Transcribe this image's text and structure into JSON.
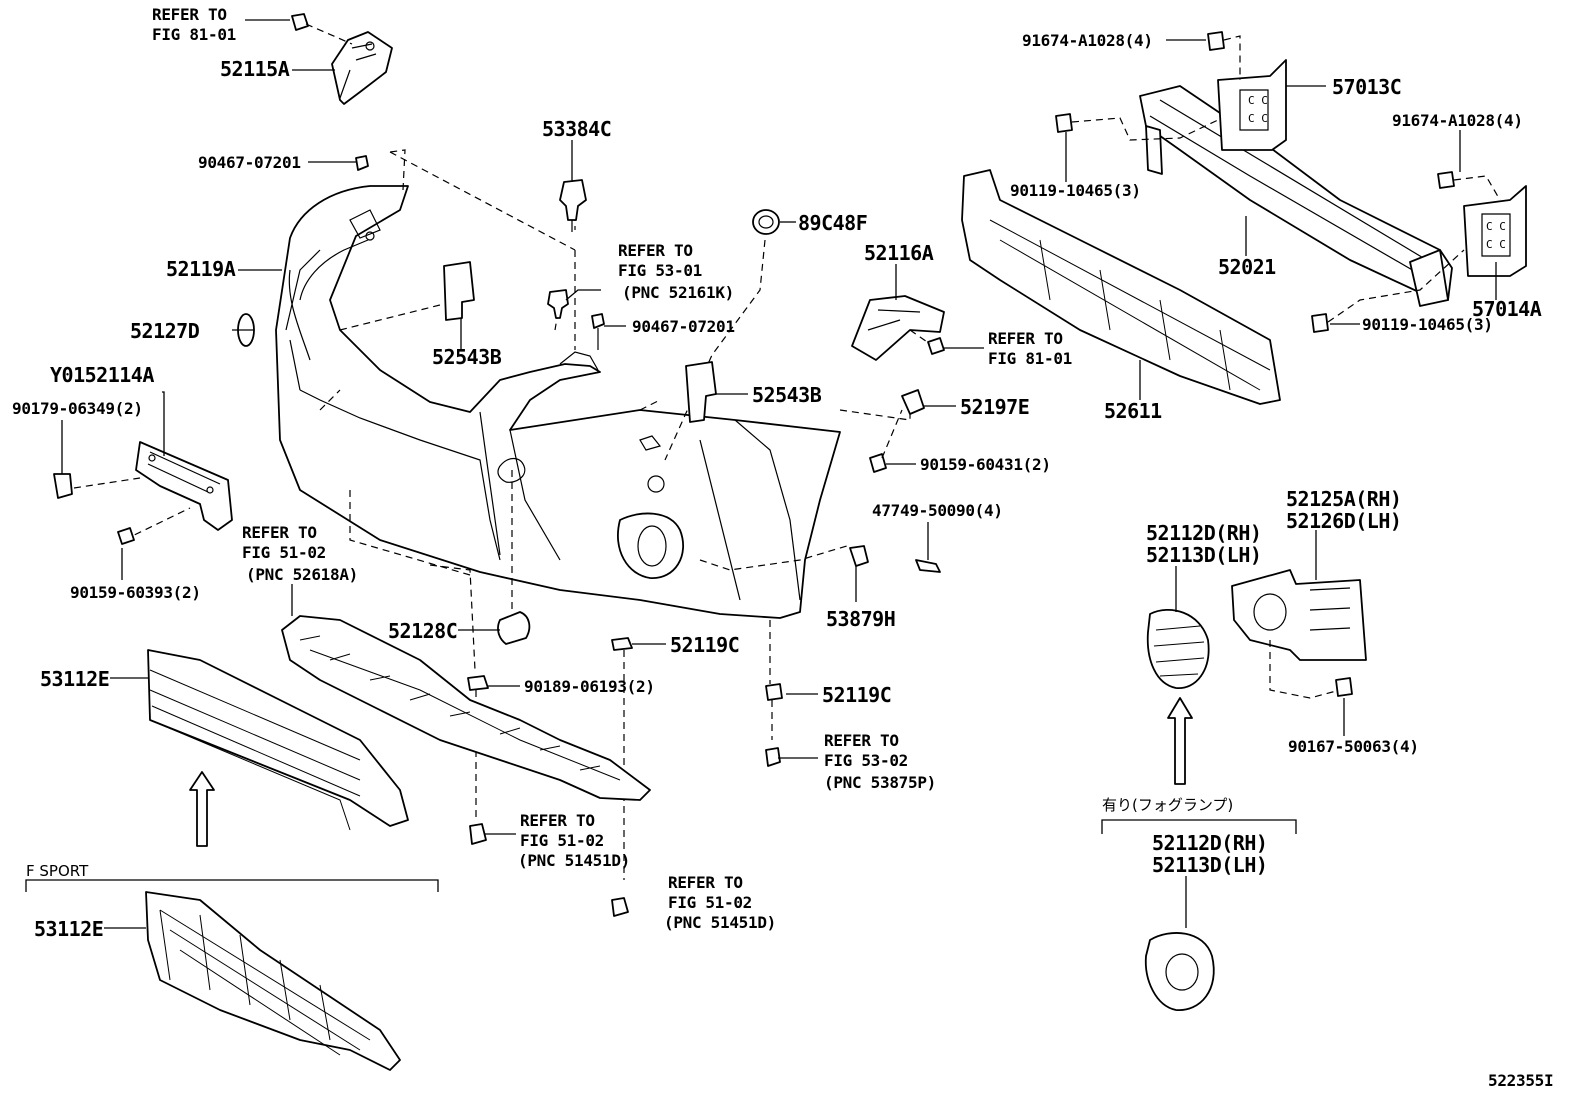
{
  "diagram": {
    "parts": [
      {
        "key": "p52115A",
        "label": "52115A"
      },
      {
        "key": "p90467a",
        "label": "90467-07201"
      },
      {
        "key": "p53384C",
        "label": "53384C"
      },
      {
        "key": "p89C48F",
        "label": "89C48F"
      },
      {
        "key": "p52119A",
        "label": "52119A"
      },
      {
        "key": "p52127D",
        "label": "52127D"
      },
      {
        "key": "pY0152114A",
        "label": "Y0152114A"
      },
      {
        "key": "p90179",
        "label": "90179-06349(2)"
      },
      {
        "key": "p90159a",
        "label": "90159-60393(2)"
      },
      {
        "key": "p52543Ba",
        "label": "52543B"
      },
      {
        "key": "p90467b",
        "label": "90467-07201"
      },
      {
        "key": "p52543Bb",
        "label": "52543B"
      },
      {
        "key": "p52116A",
        "label": "52116A"
      },
      {
        "key": "p52197E",
        "label": "52197E"
      },
      {
        "key": "p90159b",
        "label": "90159-60431(2)"
      },
      {
        "key": "p47749",
        "label": "47749-50090(4)"
      },
      {
        "key": "p53879H",
        "label": "53879H"
      },
      {
        "key": "p52128C",
        "label": "52128C"
      },
      {
        "key": "p52119Ca",
        "label": "52119C"
      },
      {
        "key": "p52119Cb",
        "label": "52119C"
      },
      {
        "key": "p90189",
        "label": "90189-06193(2)"
      },
      {
        "key": "p53112Ea",
        "label": "53112E"
      },
      {
        "key": "p53112Eb",
        "label": "53112E"
      },
      {
        "key": "p91674a",
        "label": "91674-A1028(4)"
      },
      {
        "key": "p57013C",
        "label": "57013C"
      },
      {
        "key": "p91674b",
        "label": "91674-A1028(4)"
      },
      {
        "key": "p90119a",
        "label": "90119-10465(3)"
      },
      {
        "key": "p52021",
        "label": "52021"
      },
      {
        "key": "p57014A",
        "label": "57014A"
      },
      {
        "key": "p90119b",
        "label": "90119-10465(3)"
      },
      {
        "key": "p52611",
        "label": "52611"
      },
      {
        "key": "p52125A",
        "label": "52125A(RH)"
      },
      {
        "key": "p52126D",
        "label": "52126D(LH)"
      },
      {
        "key": "p52112Da",
        "label": "52112D(RH)"
      },
      {
        "key": "p52113Da",
        "label": "52113D(LH)"
      },
      {
        "key": "p90167",
        "label": "90167-50063(4)"
      },
      {
        "key": "p52112Db",
        "label": "52112D(RH)"
      },
      {
        "key": "p52113Db",
        "label": "52113D(LH)"
      }
    ],
    "references": {
      "ref_fig81a": {
        "line1": "REFER TO",
        "line2": "FIG 81-01"
      },
      "ref_fig53a": {
        "line1": "REFER TO",
        "line2": "FIG 53-01",
        "line3": "(PNC 52161K)"
      },
      "ref_fig81b": {
        "line1": "REFER TO",
        "line2": "FIG 81-01"
      },
      "ref_fig51a": {
        "line1": "REFER TO",
        "line2": "FIG 51-02",
        "line3": "(PNC 52618A)"
      },
      "ref_fig53b": {
        "line1": "REFER TO",
        "line2": "FIG 53-02",
        "line3": "(PNC 53875P)"
      },
      "ref_fig51b": {
        "line1": "REFER TO",
        "line2": "FIG 51-02",
        "line3": "(PNC 51451D)"
      },
      "ref_fig51c": {
        "line1": "REFER TO",
        "line2": "FIG 51-02",
        "line3": "(PNC 51451D)"
      }
    },
    "section_fsport": "F SPORT",
    "section_foglamp": "有り(フォグランプ)",
    "figure_id": "522355I"
  }
}
